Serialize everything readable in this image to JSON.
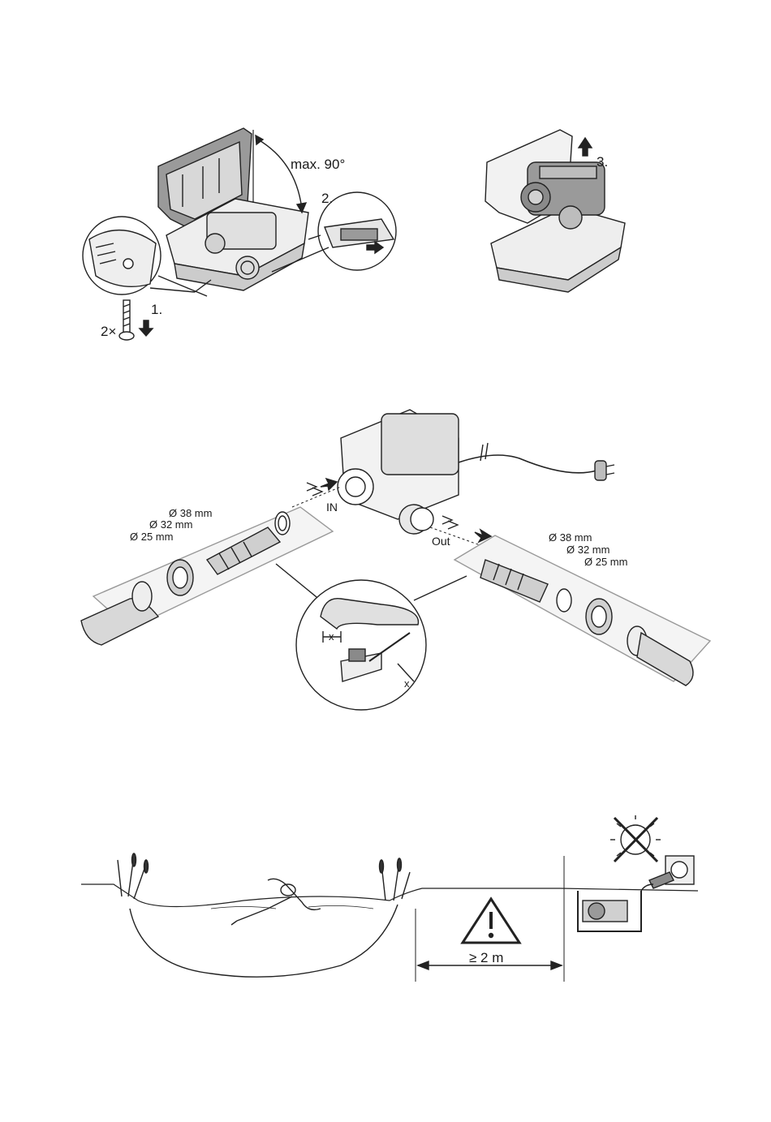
{
  "figure1": {
    "angle_label": "max. 90°",
    "step1": "1.",
    "step2": "2.",
    "step3": "3.",
    "screw_count": "2×"
  },
  "figure2": {
    "inlet_label": "IN",
    "outlet_label": "Out",
    "inlet_sizes": [
      "Ø 38 mm",
      "Ø 32 mm",
      "Ø 25 mm"
    ],
    "outlet_sizes": [
      "Ø 38 mm",
      "Ø 32 mm",
      "Ø 25 mm"
    ],
    "cut_label_a": "x",
    "cut_label_b": "x"
  },
  "figure3": {
    "distance_label": "≥ 2 m",
    "warning_icon": "warning-triangle-icon",
    "no_sun_icon": "no-direct-sunlight-icon"
  }
}
